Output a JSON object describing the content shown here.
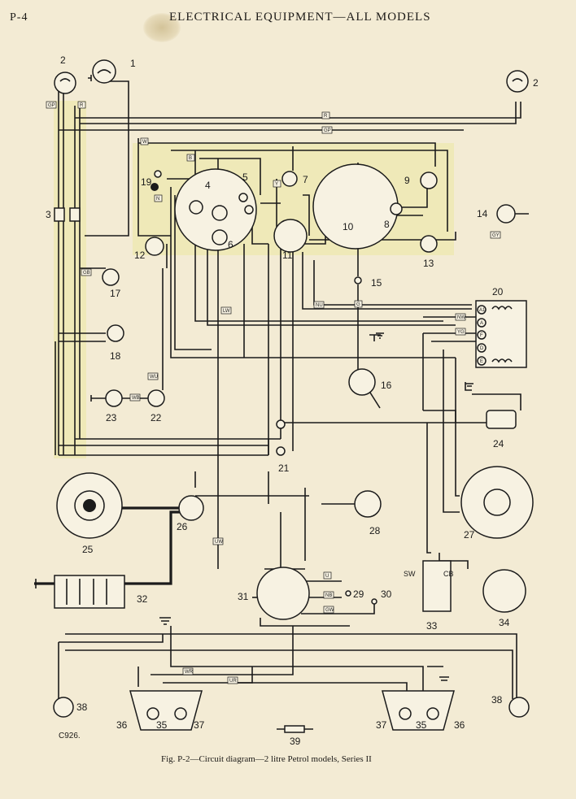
{
  "header": {
    "page_number": "P-4",
    "title": "ELECTRICAL EQUIPMENT—ALL MODELS"
  },
  "caption": "Fig. P-2—Circuit diagram—2 litre Petrol models, Series II",
  "drawing_number": "C926.",
  "components": [
    "1",
    "2",
    "3",
    "4",
    "5",
    "6",
    "7",
    "8",
    "9",
    "10",
    "11",
    "12",
    "13",
    "14",
    "15",
    "16",
    "17",
    "18",
    "19",
    "20",
    "21",
    "22",
    "23",
    "24",
    "25",
    "26",
    "27",
    "28",
    "29",
    "30",
    "31",
    "32",
    "33",
    "34",
    "35",
    "36",
    "37",
    "38",
    "39"
  ],
  "terminal_labels": {
    "sw": "SW",
    "cb": "CB",
    "c20_terminals": [
      "A1",
      "A",
      "F",
      "D",
      "E"
    ]
  },
  "wire_colour_codes": [
    "R",
    "GP",
    "W",
    "B",
    "N",
    "Y",
    "G",
    "GB",
    "GY",
    "NU",
    "NW",
    "YG",
    "WB",
    "WU",
    "UW",
    "LW",
    "UR",
    "WR",
    "U",
    "GW",
    "NB"
  ]
}
